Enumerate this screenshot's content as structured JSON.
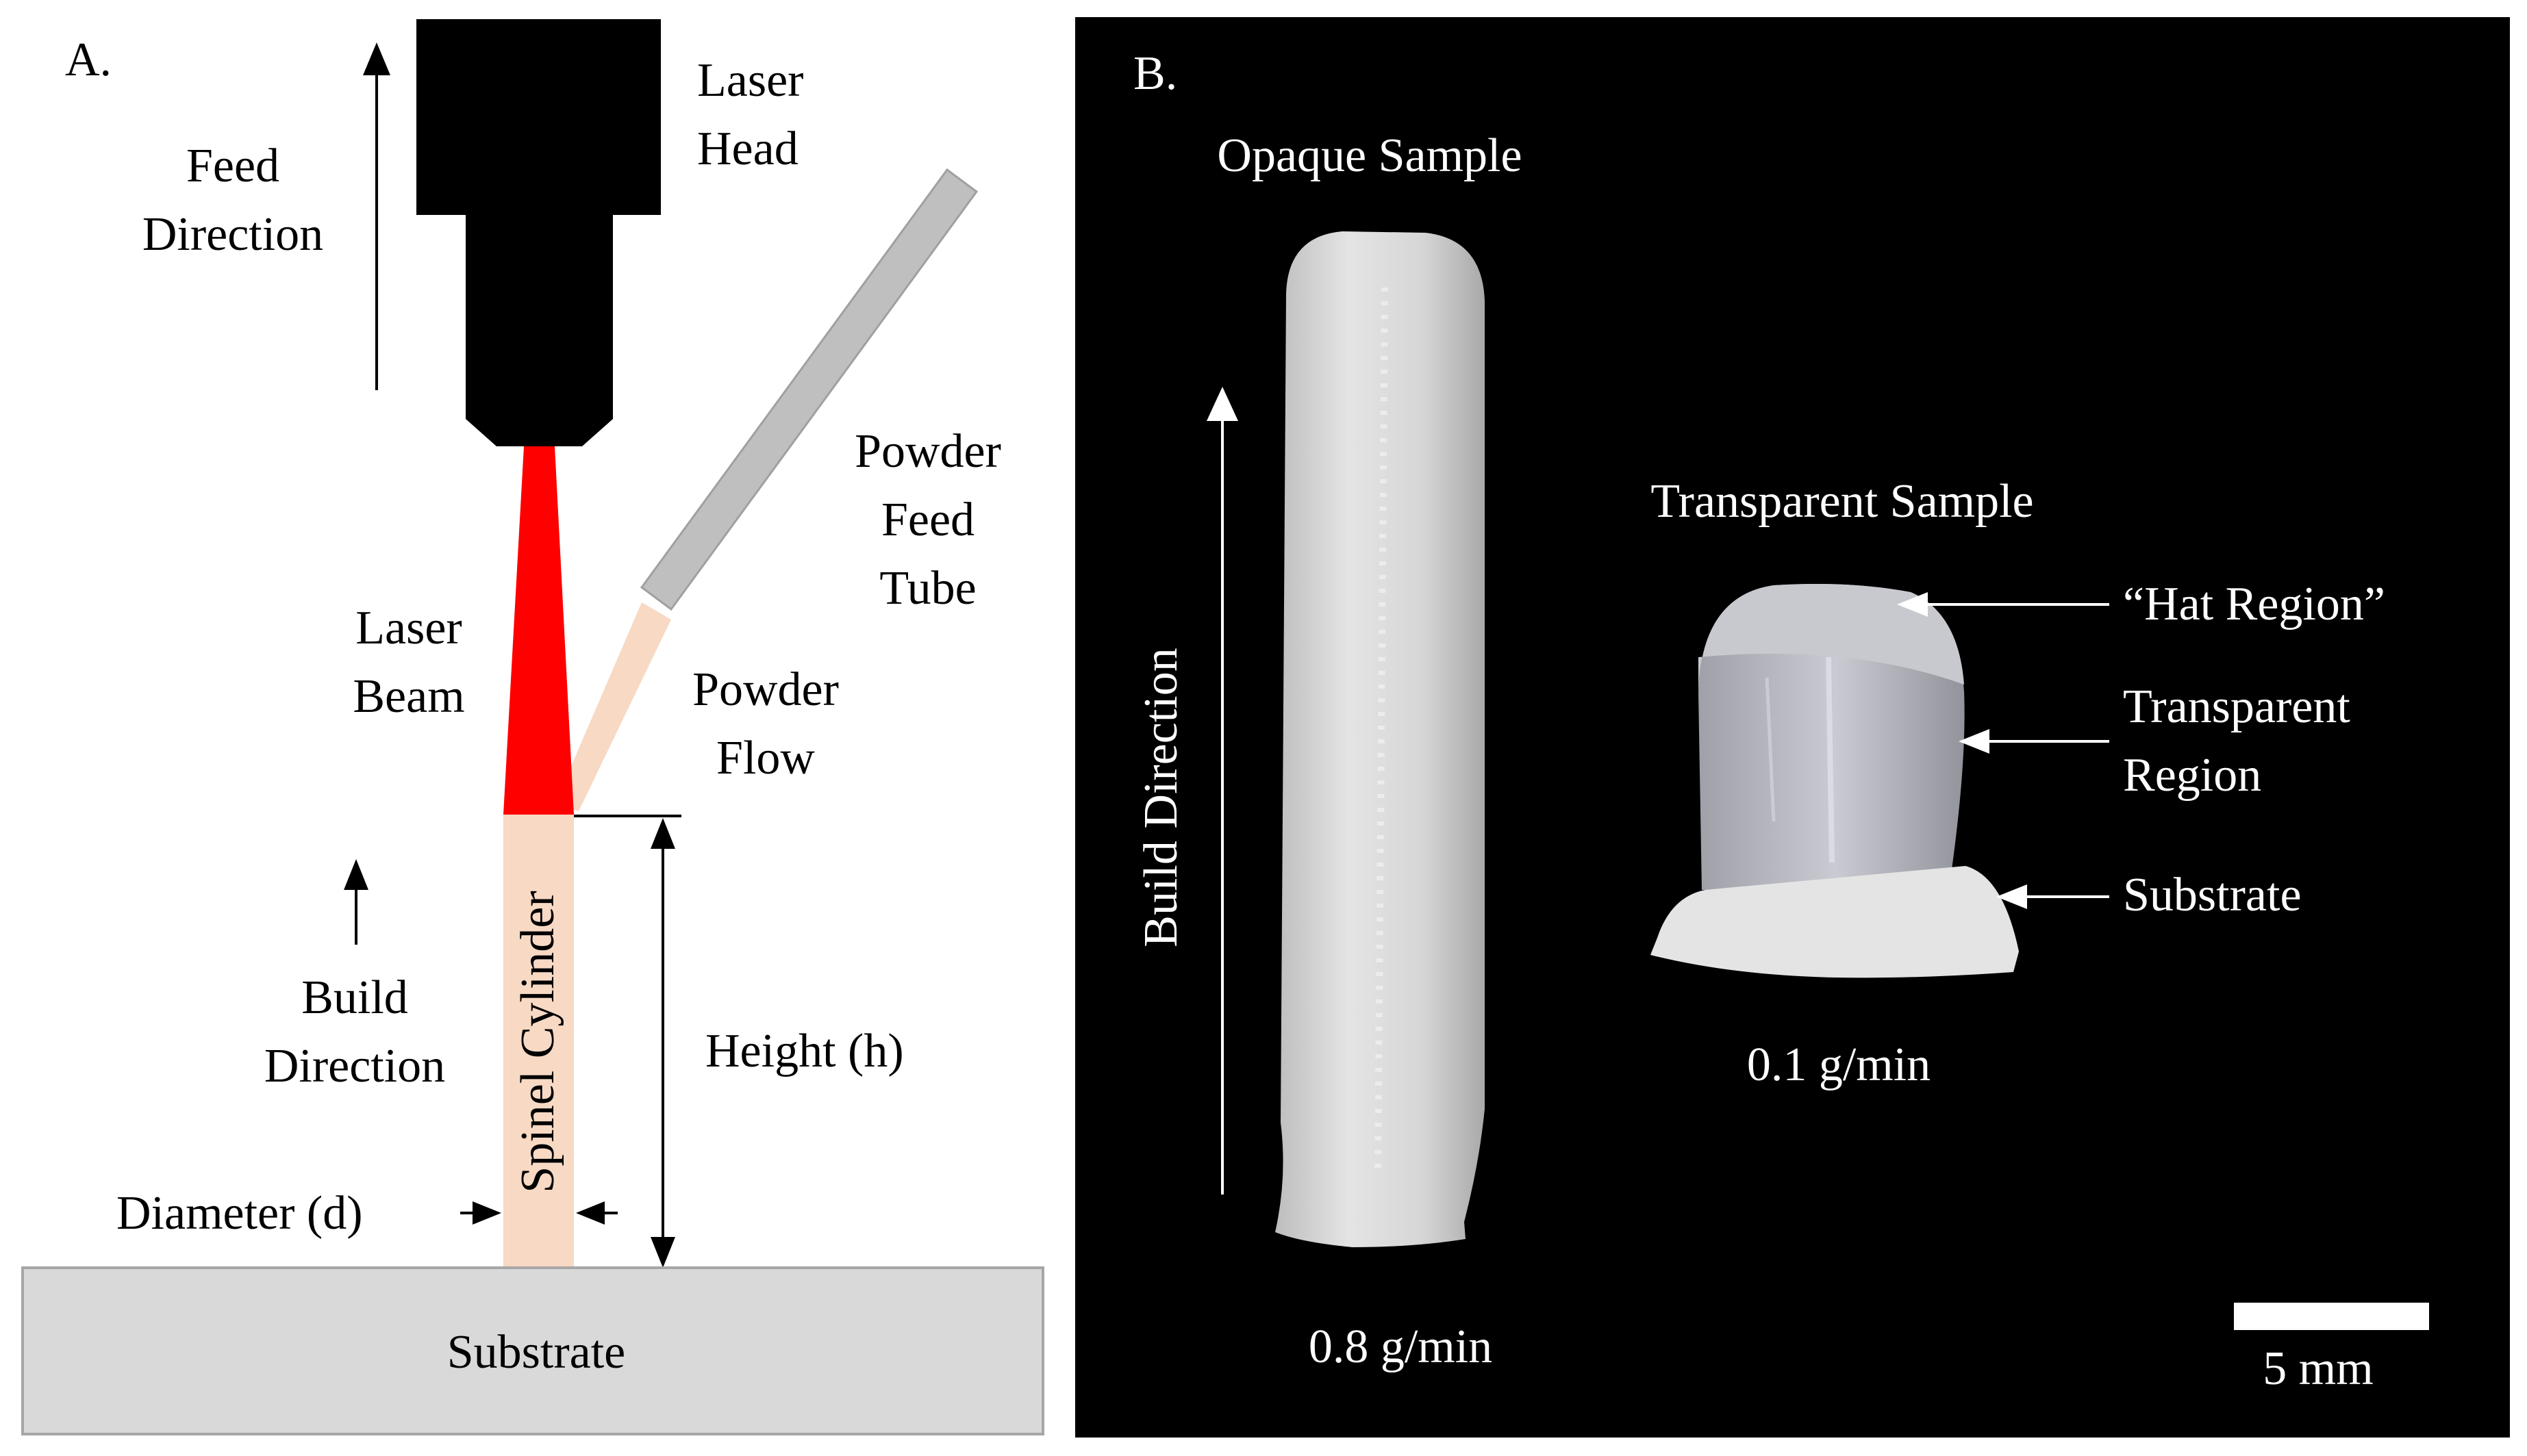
{
  "panel_a": {
    "letter": "A.",
    "feed_direction": [
      "Feed",
      "Direction"
    ],
    "laser_head": [
      "Laser",
      "Head"
    ],
    "powder_feed_tube": [
      "Powder",
      "Feed",
      "Tube"
    ],
    "laser_beam": [
      "Laser",
      "Beam"
    ],
    "powder_flow": [
      "Powder",
      "Flow"
    ],
    "build_direction": [
      "Build",
      "Direction"
    ],
    "spinel_cylinder": "Spinel Cylinder",
    "height": "Height (h)",
    "diameter": "Diameter (d)",
    "substrate": "Substrate"
  },
  "panel_b": {
    "letter": "B.",
    "opaque_sample": "Opaque Sample",
    "build_direction": "Build Direction",
    "opaque_rate": "0.8 g/min",
    "transparent_sample": "Transparent  Sample",
    "hat_region": "“Hat Region”",
    "transparent_region": [
      "Transparent",
      "Region"
    ],
    "substrate": "Substrate",
    "transparent_rate": "0.1 g/min",
    "scale_bar": "5 mm"
  },
  "colors": {
    "laser_beam": "#ff0000",
    "powder": "#f7d9c4",
    "laser_head": "#000000",
    "feed_tube": "#bfbfbf",
    "substrate": "#d9d9d9",
    "panel_b_background": "#000000",
    "sample": "#d9d9d9"
  }
}
